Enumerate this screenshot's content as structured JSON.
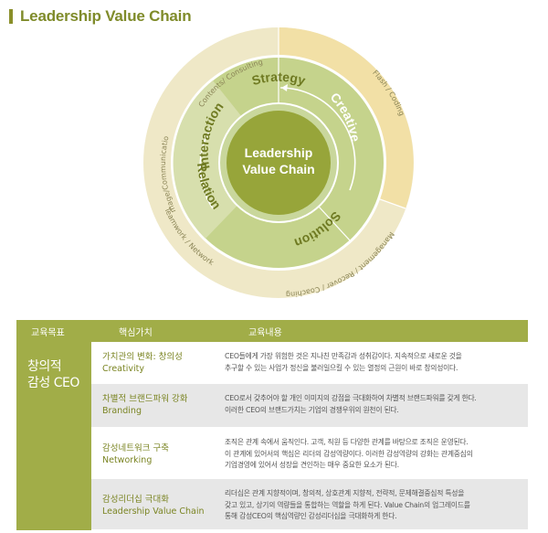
{
  "header": {
    "title": "Leadership Value Chain"
  },
  "diagram": {
    "center": {
      "line1": "Leadership",
      "line2": "Value Chain"
    },
    "inner_ring": [
      "Strategy",
      "Creative",
      "Solution",
      "Relation",
      "Interaction"
    ],
    "outer_ring": [
      "Contents/ Consulting",
      "Flash / Coding",
      "Management / Recover / Coaching",
      "Teamwork / Network",
      "Image/Communication"
    ],
    "colors": {
      "outer_light": "#efe8c7",
      "outer_strong": "#f2e0a6",
      "ring_mid": "#c5d38c",
      "ring_left": "#d7dfad",
      "center": "#97a53a",
      "center_ring": "#c9d79c",
      "accent": "#8a8f2a"
    }
  },
  "table": {
    "headers": [
      "교육목표",
      "핵심가치",
      "교육내용"
    ],
    "goal_lines": [
      "창의적",
      "감성 CEO"
    ],
    "rows": [
      {
        "value_ko": "가치관의 변화: 창의성",
        "value_en": "Creativity",
        "desc_lines": [
          "CEO들에게 가장 위험한 것은 지나친 만족감과 성취감이다. 지속적으로 새로운 것을",
          "추구할 수 있는 사업가 정신을 불러일으킬 수 있는 열정의 근원이 바로 창의성이다."
        ]
      },
      {
        "value_ko": "차별적 브랜드파워 강화",
        "value_en": "Branding",
        "desc_lines": [
          "CEO로서 갖추어야 할 개인 이미지의 강점을 극대화하여 차별적 브랜드파워를 갖게 한다.",
          "이러한 CEO의 브랜드가치는 기업의 경쟁우위의 원천이 된다."
        ]
      },
      {
        "value_ko": "감성네트워크 구축",
        "value_en": "Networking",
        "desc_lines": [
          "조직은 관계 속에서 움직인다. 고객, 직원 등 다양한 관계를 바탕으로 조직은 운영된다.",
          "이 관계에 있어서의 핵심은 리더의 감성역량이다. 이러한 감성역량의 강화는 관계중심의",
          "기업경영에 있어서 성장을 견인하는 매우 중요한 요소가 된다."
        ]
      },
      {
        "value_ko": "감성리더십 극대화",
        "value_en": "Leadership Value Chain",
        "desc_lines": [
          "리더십은 관계 지향적이며, 창의적, 상호관계 지향적, 전략적, 문제해결중심적 특성을",
          "갖고 있고, 상기의 역량들을 통합하는 역할을 하게 된다. Value Chain의 업그레이드를",
          "통해 감성CEO의 핵심역량인 감성리더십을 극대화하게 한다."
        ]
      }
    ]
  }
}
